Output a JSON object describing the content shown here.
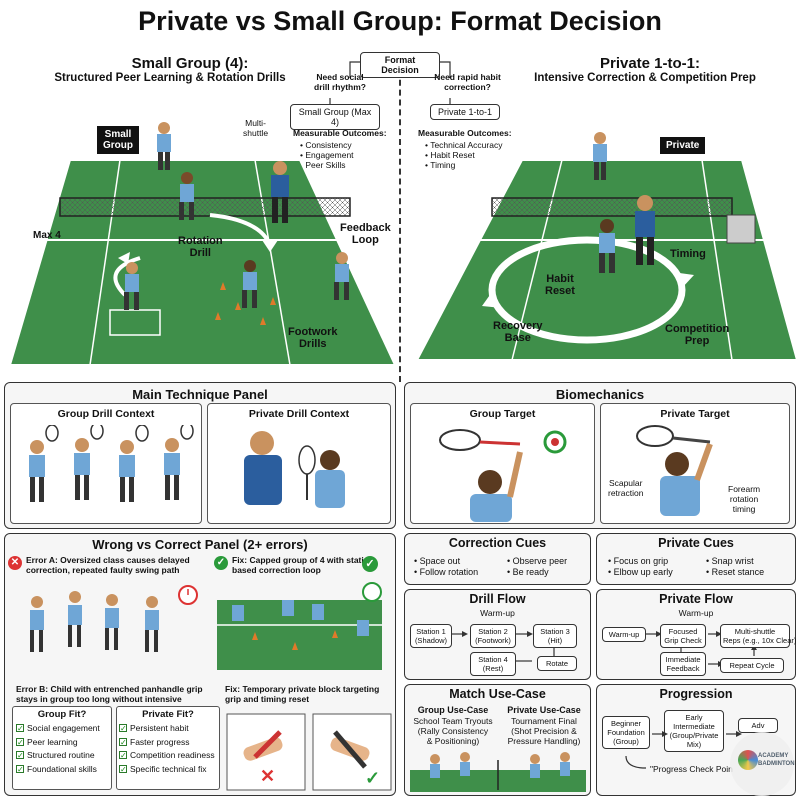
{
  "title": "Private vs Small Group: Format Decision",
  "left": {
    "title": "Small Group (4):",
    "subtitle": "Structured Peer Learning & Rotation Drills",
    "tag": "Small\nGroup",
    "labels": {
      "multi_shuttle": "Multi-\nshuttle",
      "max4": "Max 4",
      "rotation": "Rotation\nDrill",
      "feedback": "Feedback\nLoop",
      "footwork": "Footwork\nDrills"
    }
  },
  "right": {
    "title": "Private 1-to-1:",
    "subtitle": "Intensive Correction & Competition Prep",
    "tag": "Private",
    "labels": {
      "timing": "Timing",
      "habit": "Habit\nReset",
      "recovery": "Recovery\nBase",
      "competition": "Competition\nPrep"
    }
  },
  "decision": {
    "root": "Format Decision",
    "q_left": "Need social\ndrill rhythm?",
    "q_right": "Need rapid habit\ncorrection?",
    "ans_left": "Small Group (Max 4)",
    "ans_right": "Private 1-to-1",
    "outcomes_title": "Measurable Outcomes:",
    "outcomes_left": [
      "Consistency",
      "Engagement",
      "Peer Skills"
    ],
    "outcomes_right": [
      "Technical Accuracy",
      "Habit Reset",
      "Timing"
    ]
  },
  "main_panel": {
    "title": "Main Technique Panel",
    "group": "Group Drill Context",
    "private": "Private Drill Context"
  },
  "biomech": {
    "title": "Biomechanics",
    "group": "Group Target",
    "private": "Private Target",
    "scapular": "Scapular\nretraction",
    "forearm": "Forearm\nrotation\ntiming"
  },
  "wrong_panel": {
    "title": "Wrong vs Correct Panel (2+ errors)",
    "error_a": "Error A: Oversized class causes delayed correction, repeated faulty swing path",
    "fix_a": "Fix: Capped group of 4 with station-based correction loop",
    "error_b": "Error B: Child with entrenched panhandle grip stays in group too long without intensive correction",
    "fix_b": "Fix: Temporary private block targeting grip and timing reset",
    "group_fit_title": "Group Fit?",
    "private_fit_title": "Private Fit?",
    "group_fit": [
      "Social engagement",
      "Peer learning",
      "Structured routine",
      "Foundational skills"
    ],
    "private_fit": [
      "Persistent habit",
      "Faster progress",
      "Competition readiness",
      "Specific technical fix"
    ]
  },
  "correction_cues": {
    "title": "Correction Cues",
    "items": [
      "Space out",
      "Observe peer",
      "Follow rotation",
      "Be ready"
    ]
  },
  "private_cues": {
    "title": "Private Cues",
    "items": [
      "Focus on grip",
      "Snap wrist",
      "Elbow up early",
      "Reset stance"
    ]
  },
  "drill_flow": {
    "title": "Drill Flow",
    "warmup": "Warm-up",
    "s1": "Station 1\n(Shadow)",
    "s2": "Station 2\n(Footwork)",
    "s3": "Station 3\n(Hit)",
    "s4": "Station 4\n(Rest)",
    "rotate": "Rotate"
  },
  "private_flow": {
    "title": "Private Flow",
    "warmup_top": "Warm-up",
    "warmup": "Warm-up",
    "grip": "Focused\nGrip Check",
    "multi": "Multi-shuttle\nReps (e.g., 10x Clear)",
    "feedback": "Immediate\nFeedback",
    "repeat": "Repeat Cycle"
  },
  "match": {
    "title": "Match Use-Case",
    "group_head": "Group Use-Case",
    "group_text": "School Team Tryouts\n(Rally Consistency\n& Positioning)",
    "private_head": "Private Use-Case",
    "private_text": "Tournament Final\n(Shot Precision &\nPressure Handling)"
  },
  "progression": {
    "title": "Progression",
    "beginner": "Beginner\nFoundation\n(Group)",
    "early": "Early\nIntermediate\n(Group/Private\nMix)",
    "advanced": "Adv",
    "check": "\"Progress Check Poin"
  },
  "watermark": "ACADEMY\nBADMINTON",
  "colors": {
    "court": "#3f8f4a",
    "court_line": "#ffffff",
    "shirt": "#6fa6d6",
    "cone": "#e07a2a",
    "panel_bg": "#f6f6f6",
    "red": "#d33",
    "green": "#2a9a3a"
  }
}
